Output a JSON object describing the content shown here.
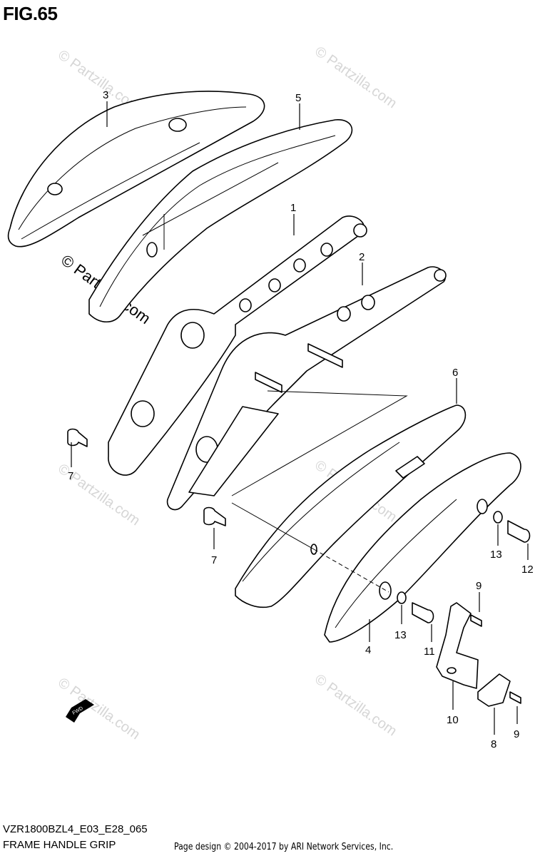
{
  "figure": {
    "title": "FIG.65",
    "model_code": "VZR1800BZL4_E03_E28_065",
    "caption": "FRAME HANDLE GRIP",
    "page_design": "Page design © 2004-2017 by ARI Network Services, Inc.",
    "watermark": "© Partzilla.com",
    "fwd_label": "FWD"
  },
  "callouts": {
    "c1": "1",
    "c2": "2",
    "c3": "3",
    "c4": "4",
    "c5": "5",
    "c6": "6",
    "c7a": "7",
    "c7b": "7",
    "c8": "8",
    "c9a": "9",
    "c9b": "9",
    "c10": "10",
    "c11": "11",
    "c12": "12",
    "c13a": "13",
    "c13b": "13"
  },
  "colors": {
    "line": "#000000",
    "watermark": "#d6d6d6",
    "background": "#ffffff"
  }
}
